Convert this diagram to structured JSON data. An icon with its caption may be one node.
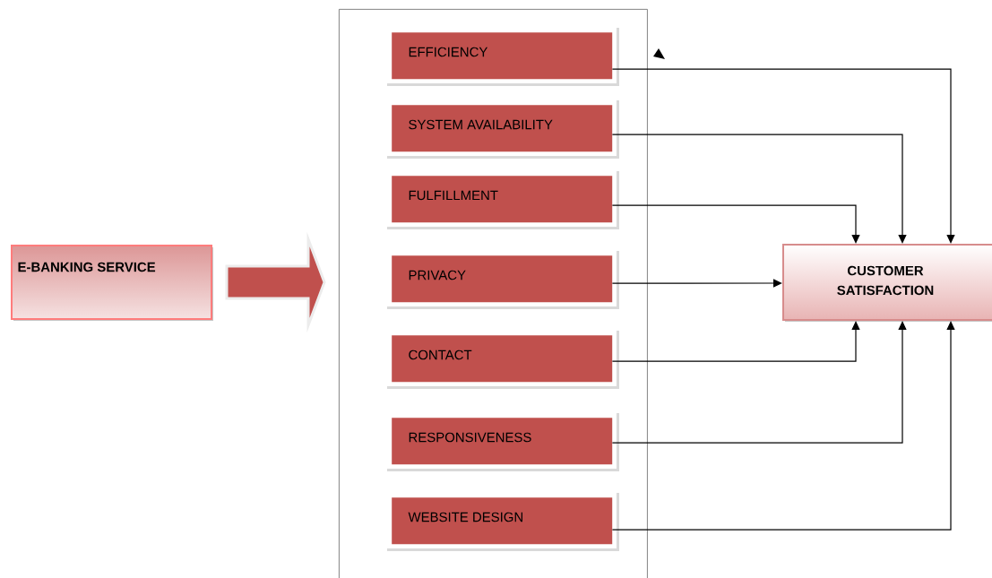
{
  "diagram": {
    "nodes": [
      {
        "text": [
          "E-BANKING SERVICE"
        ]
      },
      {
        "text": [],
        "shape": "box"
      },
      {
        "text": [
          "EFFICIENCY"
        ],
        "in": 1
      },
      {
        "text": [
          "SYSTEM AVAILABILITY"
        ],
        "in": 1
      },
      {
        "text": [
          "FULFILLMENT"
        ],
        "in": 1
      },
      {
        "text": [
          "PRIVACY"
        ],
        "in": 1
      },
      {
        "text": [
          "CONTACT"
        ],
        "in": 1
      },
      {
        "text": [
          "RESPONSIVENESS"
        ],
        "in": 1
      },
      {
        "text": [
          "WEBSITE DESIGN"
        ],
        "in": 1
      },
      {
        "text": [
          "CUSTOMER SATISFACTION"
        ]
      }
    ],
    "edges": [
      {
        "from": 0,
        "to": 1,
        "arrow": "to",
        "style": "thick",
        "color": "#c0504d"
      },
      {
        "from": 2,
        "to": 9,
        "arrow": "to"
      },
      {
        "from": 3,
        "to": 9,
        "arrow": "to"
      },
      {
        "from": 4,
        "to": 9,
        "arrow": "to"
      },
      {
        "from": 5,
        "to": 9,
        "arrow": "to"
      },
      {
        "from": 6,
        "to": 9,
        "arrow": "to"
      },
      {
        "from": 7,
        "to": 9,
        "arrow": "to"
      },
      {
        "from": 8,
        "to": 9,
        "arrow": "to"
      }
    ]
  }
}
